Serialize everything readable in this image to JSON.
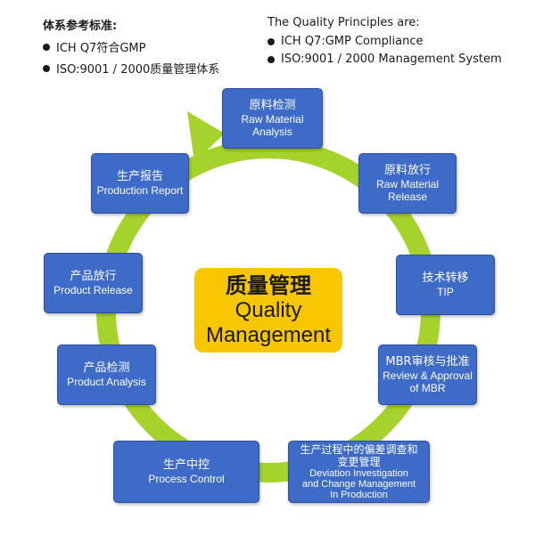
{
  "header_cn": {
    "title": "体系参考标准:",
    "items": [
      "ICH Q7符合GMP",
      "ISO:9001 / 2000质量管理体系"
    ]
  },
  "header_en": {
    "title": "The Quality Principles are:",
    "items": [
      "ICH Q7:GMP Compliance",
      "ISO:9001 / 2000 Management System"
    ]
  },
  "center": {
    "cn": "质量管理",
    "en1": "Quality",
    "en2": "Management"
  },
  "nodes": [
    {
      "cn": "原料检测",
      "en1": "Raw Material",
      "en2": "Analysis",
      "en3": ""
    },
    {
      "cn": "原料放行",
      "en1": "Raw Material",
      "en2": "Release",
      "en3": ""
    },
    {
      "cn": "技术转移",
      "en1": "TIP",
      "en2": "",
      "en3": ""
    },
    {
      "cn": "MBR审核与批准",
      "en1": "Review & Approval",
      "en2": "of MBR",
      "en3": ""
    },
    {
      "cn": "生产过程中的偏差调查和变更管理",
      "en1": "Deviation Investigation",
      "en2": "and Change Management",
      "en3": "In Production"
    },
    {
      "cn": "生产中控",
      "en1": "Process Control",
      "en2": "",
      "en3": ""
    },
    {
      "cn": "产品检测",
      "en1": "Product Analysis",
      "en2": "",
      "en3": ""
    },
    {
      "cn": "产品放行",
      "en1": "Product Release",
      "en2": "",
      "en3": ""
    },
    {
      "cn": "生产报告",
      "en1": "Production Report",
      "en2": "",
      "en3": ""
    }
  ],
  "colors": {
    "ring": "#a6d22c",
    "node": "#3d6bc7",
    "center": "#f7c600"
  }
}
